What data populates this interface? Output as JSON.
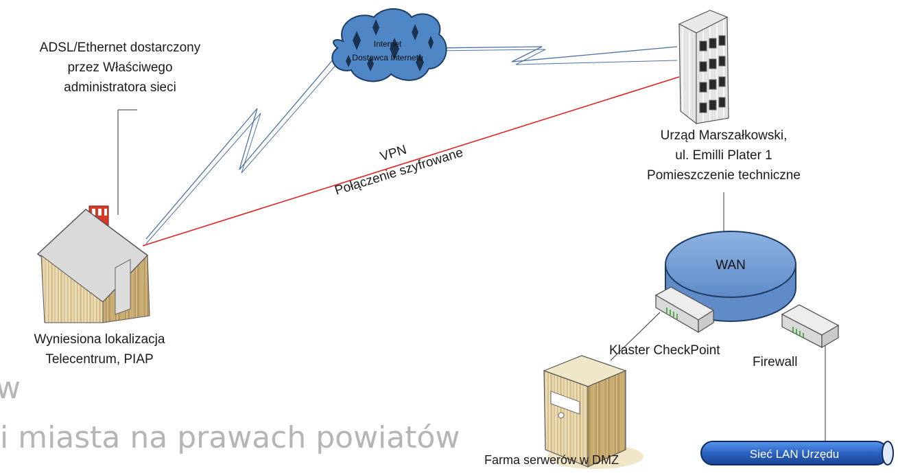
{
  "labels": {
    "adsl": [
      "ADSL/Ethernet dostarczony",
      "przez Właściwego",
      "administratora sieci"
    ],
    "urzad": [
      "Urząd Marszałkowski,",
      "ul. Emilli Plater 1",
      "Pomieszczenie techniczne"
    ],
    "remote": [
      "Wyniesiona lokalizacja",
      "Telecentrum, PIAP"
    ],
    "vpn": [
      "VPN",
      "Połączenie szyfrowane"
    ],
    "cloud": [
      "Internet",
      "Dostawca Internetu"
    ],
    "wan": "WAN",
    "cluster": "Klaster CheckPoint",
    "firewall": "Firewall",
    "farm": "Farma serwerów w DMZ",
    "lan": "Sieć LAN Urzędu",
    "background": [
      "w",
      "i miasta na prawach powiatów"
    ]
  },
  "colors": {
    "link_wireless": "#4a6fa5",
    "link_vpn": "#e02020",
    "wan_fill": "#7ba3d6",
    "cloud_fill": "#4f86c6",
    "lan_fill": "#2f6fd0",
    "background_text": "#b5b5b5"
  },
  "icons": [
    "house-icon",
    "office-building-icon",
    "internet-cloud-icon",
    "wan-disk-icon",
    "router-icon",
    "server-tower-icon",
    "lan-pipe-icon"
  ]
}
